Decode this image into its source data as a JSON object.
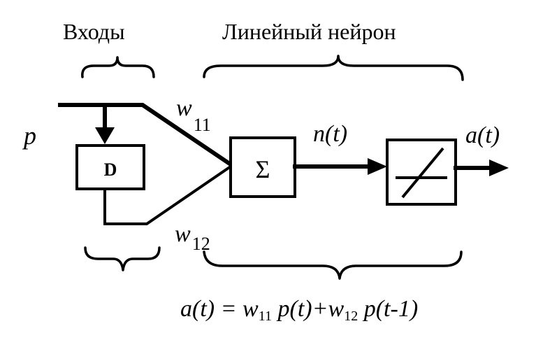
{
  "labels": {
    "inputs_heading": "Входы",
    "neuron_heading": "Линейный нейрон",
    "input": "p",
    "weight1_base": "w",
    "weight1_sub": "11",
    "weight2_base": "w",
    "weight2_sub": "12",
    "delay": "D",
    "sum": "Σ",
    "net_output": "n(t)",
    "output": "a(t)"
  },
  "formula": {
    "lhs": "a(t) = ",
    "w1_base": "w",
    "w1_sub": "11",
    "p1": " p(t)+",
    "w2_base": "w",
    "w2_sub": "12",
    "p2": " p(t-1)"
  }
}
